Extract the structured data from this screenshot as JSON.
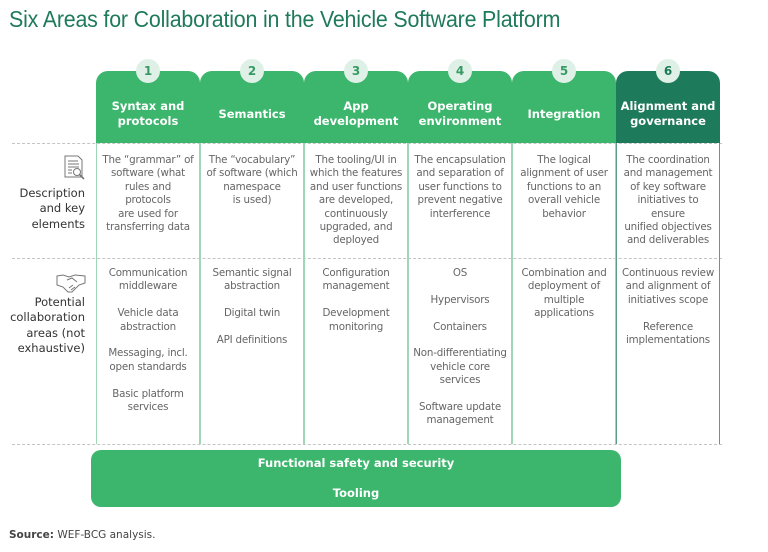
{
  "title": "Six Areas for Collaboration in the Vehicle Software Platform",
  "row_labels": {
    "description": "Description and key elements",
    "description_lines": [
      "Description",
      "and key",
      "elements"
    ],
    "description_icon": "document-search-icon",
    "collaboration": "Potential collaboration areas (not exhaustive)",
    "collaboration_lines": [
      "Potential",
      "collaboration",
      "areas (not",
      "exhaustive)"
    ],
    "collaboration_icon": "handshake-icon"
  },
  "colors": {
    "accent_green": "#3cb56d",
    "dark_green": "#1d7a5a",
    "title_green": "#1f7a5c",
    "badge_bg": "#dff1e6"
  },
  "areas": [
    {
      "number": "1",
      "name": "Syntax and protocols",
      "name_lines": [
        "Syntax and",
        "protocols"
      ],
      "description_lines": [
        "The “grammar” of",
        "software (what",
        "rules and protocols",
        "are used for",
        "transferring data"
      ],
      "collaboration_items": [
        [
          "Communication",
          "middleware"
        ],
        [
          "Vehicle data",
          "abstraction"
        ],
        [
          "Messaging, incl.",
          "open standards"
        ],
        [
          "Basic platform",
          "services"
        ]
      ]
    },
    {
      "number": "2",
      "name": "Semantics",
      "name_lines": [
        "Semantics"
      ],
      "description_lines": [
        "The “vocabulary”",
        "of software (which",
        "namespace",
        "is used)"
      ],
      "collaboration_items": [
        [
          "Semantic signal",
          "abstraction"
        ],
        [
          "Digital twin"
        ],
        [
          "API definitions"
        ]
      ]
    },
    {
      "number": "3",
      "name": "App development",
      "name_lines": [
        "App",
        "development"
      ],
      "description_lines": [
        "The tooling/UI in",
        "which the features",
        "and user functions",
        "are developed,",
        "continuously",
        "upgraded, and",
        "deployed"
      ],
      "collaboration_items": [
        [
          "Configuration",
          "management"
        ],
        [
          "Development",
          "monitoring"
        ]
      ]
    },
    {
      "number": "4",
      "name": "Operating environment",
      "name_lines": [
        "Operating",
        "environment"
      ],
      "description_lines": [
        "The encapsulation",
        "and separation of",
        "user functions to",
        "prevent negative",
        "interference"
      ],
      "collaboration_items": [
        [
          "OS"
        ],
        [
          "Hypervisors"
        ],
        [
          "Containers"
        ],
        [
          "Non-differentiating",
          "vehicle core",
          "services"
        ],
        [
          "Software update",
          "management"
        ]
      ]
    },
    {
      "number": "5",
      "name": "Integration",
      "name_lines": [
        "Integration"
      ],
      "description_lines": [
        "The logical",
        "alignment of user",
        "functions to an",
        "overall vehicle",
        "behavior"
      ],
      "collaboration_items": [
        [
          "Combination and",
          "deployment of",
          "multiple",
          "applications"
        ]
      ]
    },
    {
      "number": "6",
      "name": "Alignment and governance",
      "name_lines": [
        "Alignment and",
        "governance"
      ],
      "description_lines": [
        "The coordination",
        "and management",
        "of key software",
        "initiatives to ensure",
        "unified objectives",
        "and deliverables"
      ],
      "collaboration_items": [
        [
          "Continuous review",
          "and alignment of",
          "initiatives scope"
        ],
        [
          "Reference",
          "implementations"
        ]
      ]
    }
  ],
  "cross_cutting": {
    "line1": "Functional safety and security",
    "line2": "Tooling"
  },
  "source": {
    "label": "Source:",
    "text": "WEF-BCG analysis."
  }
}
